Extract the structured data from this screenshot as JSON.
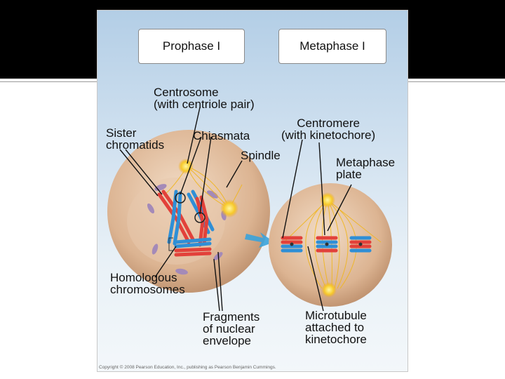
{
  "phases": {
    "left": "Prophase I",
    "right": "Metaphase I"
  },
  "labels": {
    "centrosome": "Centrosome\n(with centriole pair)",
    "sister_chromatids": "Sister\nchromatids",
    "chiasmata": "Chiasmata",
    "centromere": "Centromere\n(with kinetochore)",
    "spindle": "Spindle",
    "metaphase_plate": "Metaphase\nplate",
    "homologous_chromosomes": "Homologous\nchromosomes",
    "fragments_nuclear_envelope": "Fragments\nof nuclear\nenvelope",
    "microtubule_attached": "Microtubule\nattached to\nkinetochore"
  },
  "copyright": "Copyright © 2008 Pearson Education, Inc., publishing as Pearson Benjamin Cummings.",
  "colors": {
    "maternal": "#e2413a",
    "paternal": "#2f8fd6",
    "cell": "#d8ad88",
    "spindle": "#f0b61e",
    "arrow": "#3aa3dc"
  }
}
